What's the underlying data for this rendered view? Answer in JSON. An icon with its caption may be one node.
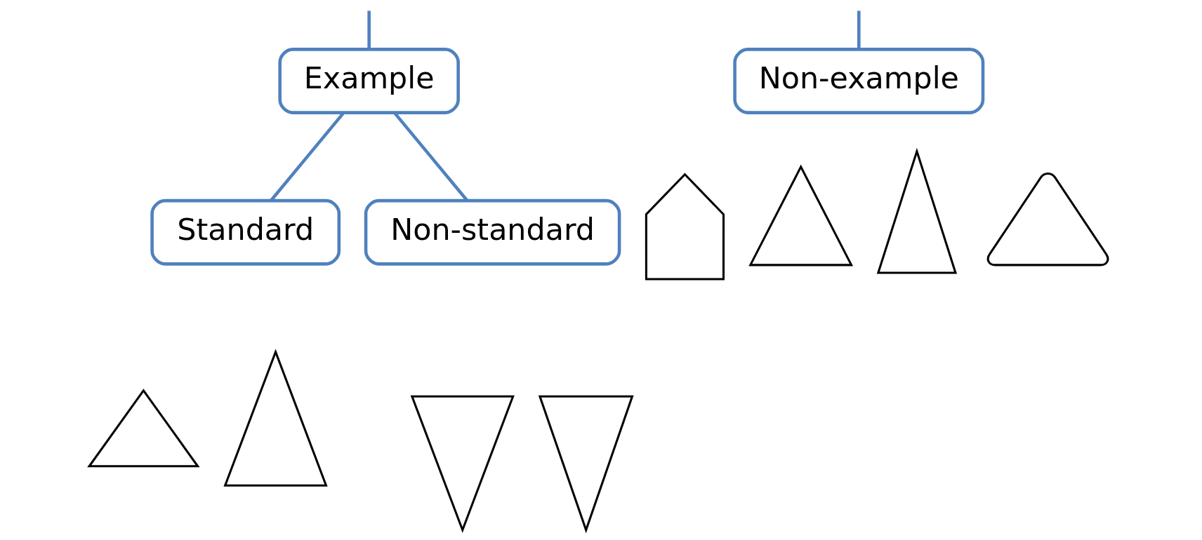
{
  "diagram": {
    "nodes": [
      {
        "text": [
          "Example"
        ]
      },
      {
        "text": [
          "Non-example"
        ]
      },
      {
        "text": [
          "Standard"
        ]
      },
      {
        "text": [
          "Non-standard"
        ]
      },
      {
        "text": [],
        "shape": "triangle"
      },
      {
        "text": [],
        "shape": "triangle"
      },
      {
        "text": [],
        "shape": "triangle"
      },
      {
        "text": [],
        "shape": "triangle"
      },
      {
        "text": [],
        "shape": "pentagon"
      },
      {
        "text": [],
        "shape": "triangle"
      },
      {
        "text": [],
        "shape": "triangle"
      },
      {
        "text": [],
        "shape": "triangle"
      }
    ],
    "edges": [
      {
        "from": null,
        "to": 0,
        "arrow": "none"
      },
      {
        "from": null,
        "to": 1,
        "arrow": "none"
      },
      {
        "from": 0,
        "to": 2,
        "arrow": "none"
      },
      {
        "from": 0,
        "to": 3,
        "arrow": "none"
      }
    ]
  }
}
